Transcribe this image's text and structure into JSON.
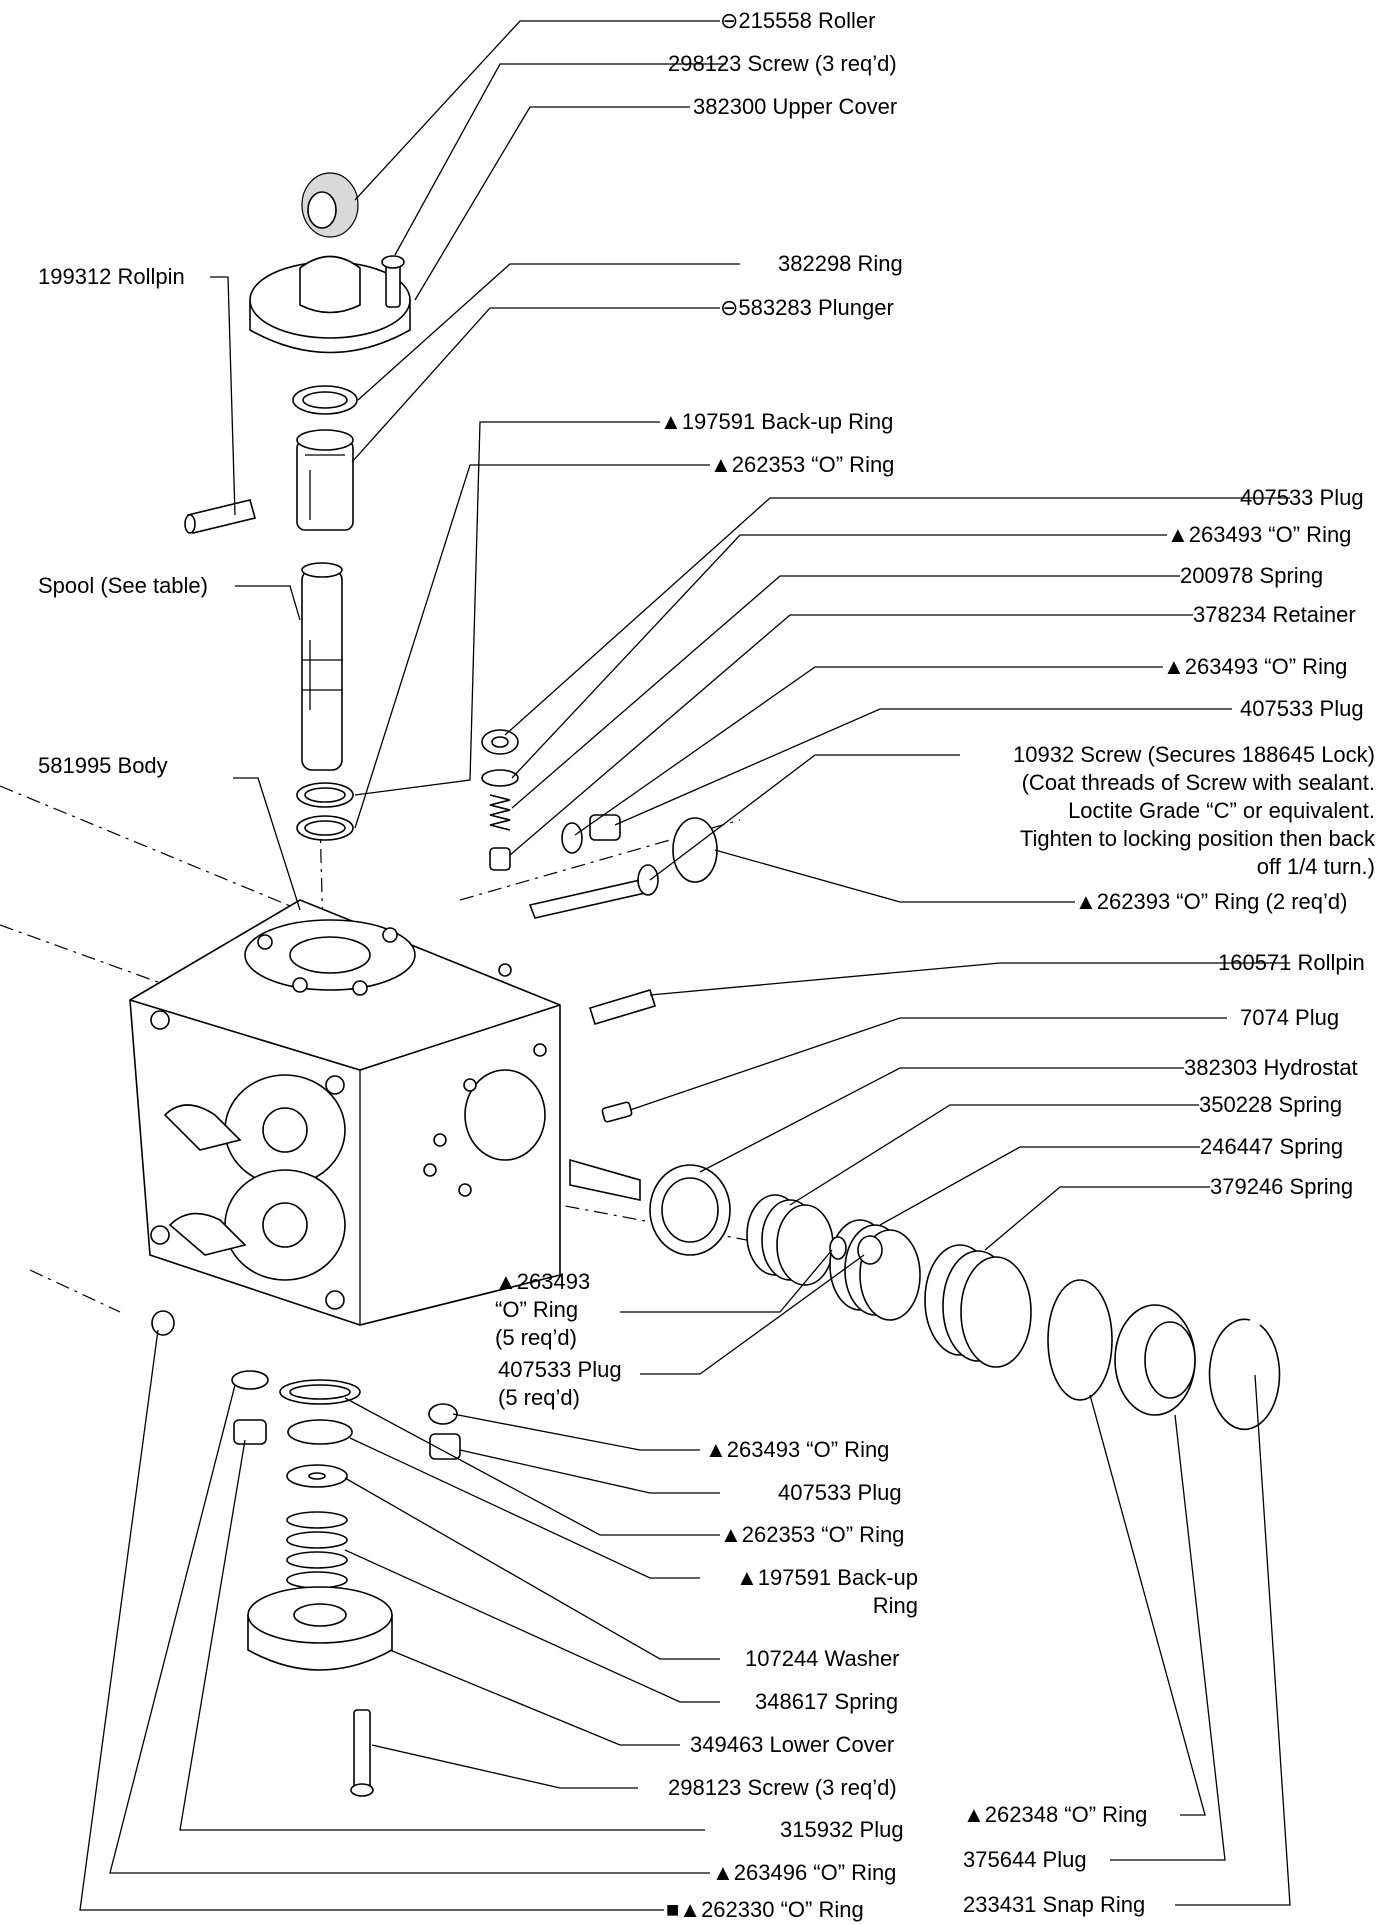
{
  "labels": {
    "roller": "⊖215558 Roller",
    "screw_upper": "298123 Screw (3 req’d)",
    "upper_cover": "382300 Upper Cover",
    "rollpin_199312": "199312 Rollpin",
    "ring_382298": "382298 Ring",
    "plunger": "⊖583283 Plunger",
    "backup_ring_top": "▲197591 Back-up Ring",
    "o_ring_262353_top": "▲262353 “O” Ring",
    "plug_407533_a": "407533 Plug",
    "o_ring_263493_a": "▲263493 “O” Ring",
    "spring_200978": "200978 Spring",
    "spool": "Spool (See table)",
    "retainer_378234": "378234 Retainer",
    "o_ring_263493_b": "▲263493 “O” Ring",
    "plug_407533_b": "407533 Plug",
    "body_581995": "581995 Body",
    "screw_10932_l1": "10932 Screw (Secures 188645 Lock)",
    "screw_10932_l2": "(Coat threads of Screw with sealant.",
    "screw_10932_l3": "Loctite Grade “C” or equivalent.",
    "screw_10932_l4": "Tighten to locking position then back",
    "screw_10932_l5": "off 1/4 turn.)",
    "o_ring_262393": "▲262393 “O” Ring (2 req’d)",
    "rollpin_160571": "160571 Rollpin",
    "plug_7074": "7074 Plug",
    "hydrostat_382303": "382303 Hydrostat",
    "spring_350228": "350228 Spring",
    "spring_246447": "246447 Spring",
    "spring_379246": "379246 Spring",
    "o_ring_5req_l1": "▲263493",
    "o_ring_5req_l2": "“O” Ring",
    "o_ring_5req_l3": "(5 req’d)",
    "plug_5req_l1": "407533 Plug",
    "plug_5req_l2": "(5 req’d)",
    "o_ring_263493_c": "▲263493 “O” Ring",
    "plug_407533_c": "407533 Plug",
    "o_ring_262353_bottom": "▲262353 “O” Ring",
    "backup_ring_bottom_l1": "▲197591 Back-up",
    "backup_ring_bottom_l2": "Ring",
    "washer_107244": "107244 Washer",
    "spring_348617": "348617 Spring",
    "lower_cover": "349463 Lower Cover",
    "screw_lower": "298123 Screw (3 req’d)",
    "plug_315932": "315932 Plug",
    "o_ring_263496": "▲263496 “O” Ring",
    "o_ring_262330": "■▲262330 “O” Ring",
    "o_ring_262348": "▲262348 “O” Ring",
    "plug_375644": "375644 Plug",
    "snap_ring_233431": "233431 Snap Ring"
  }
}
